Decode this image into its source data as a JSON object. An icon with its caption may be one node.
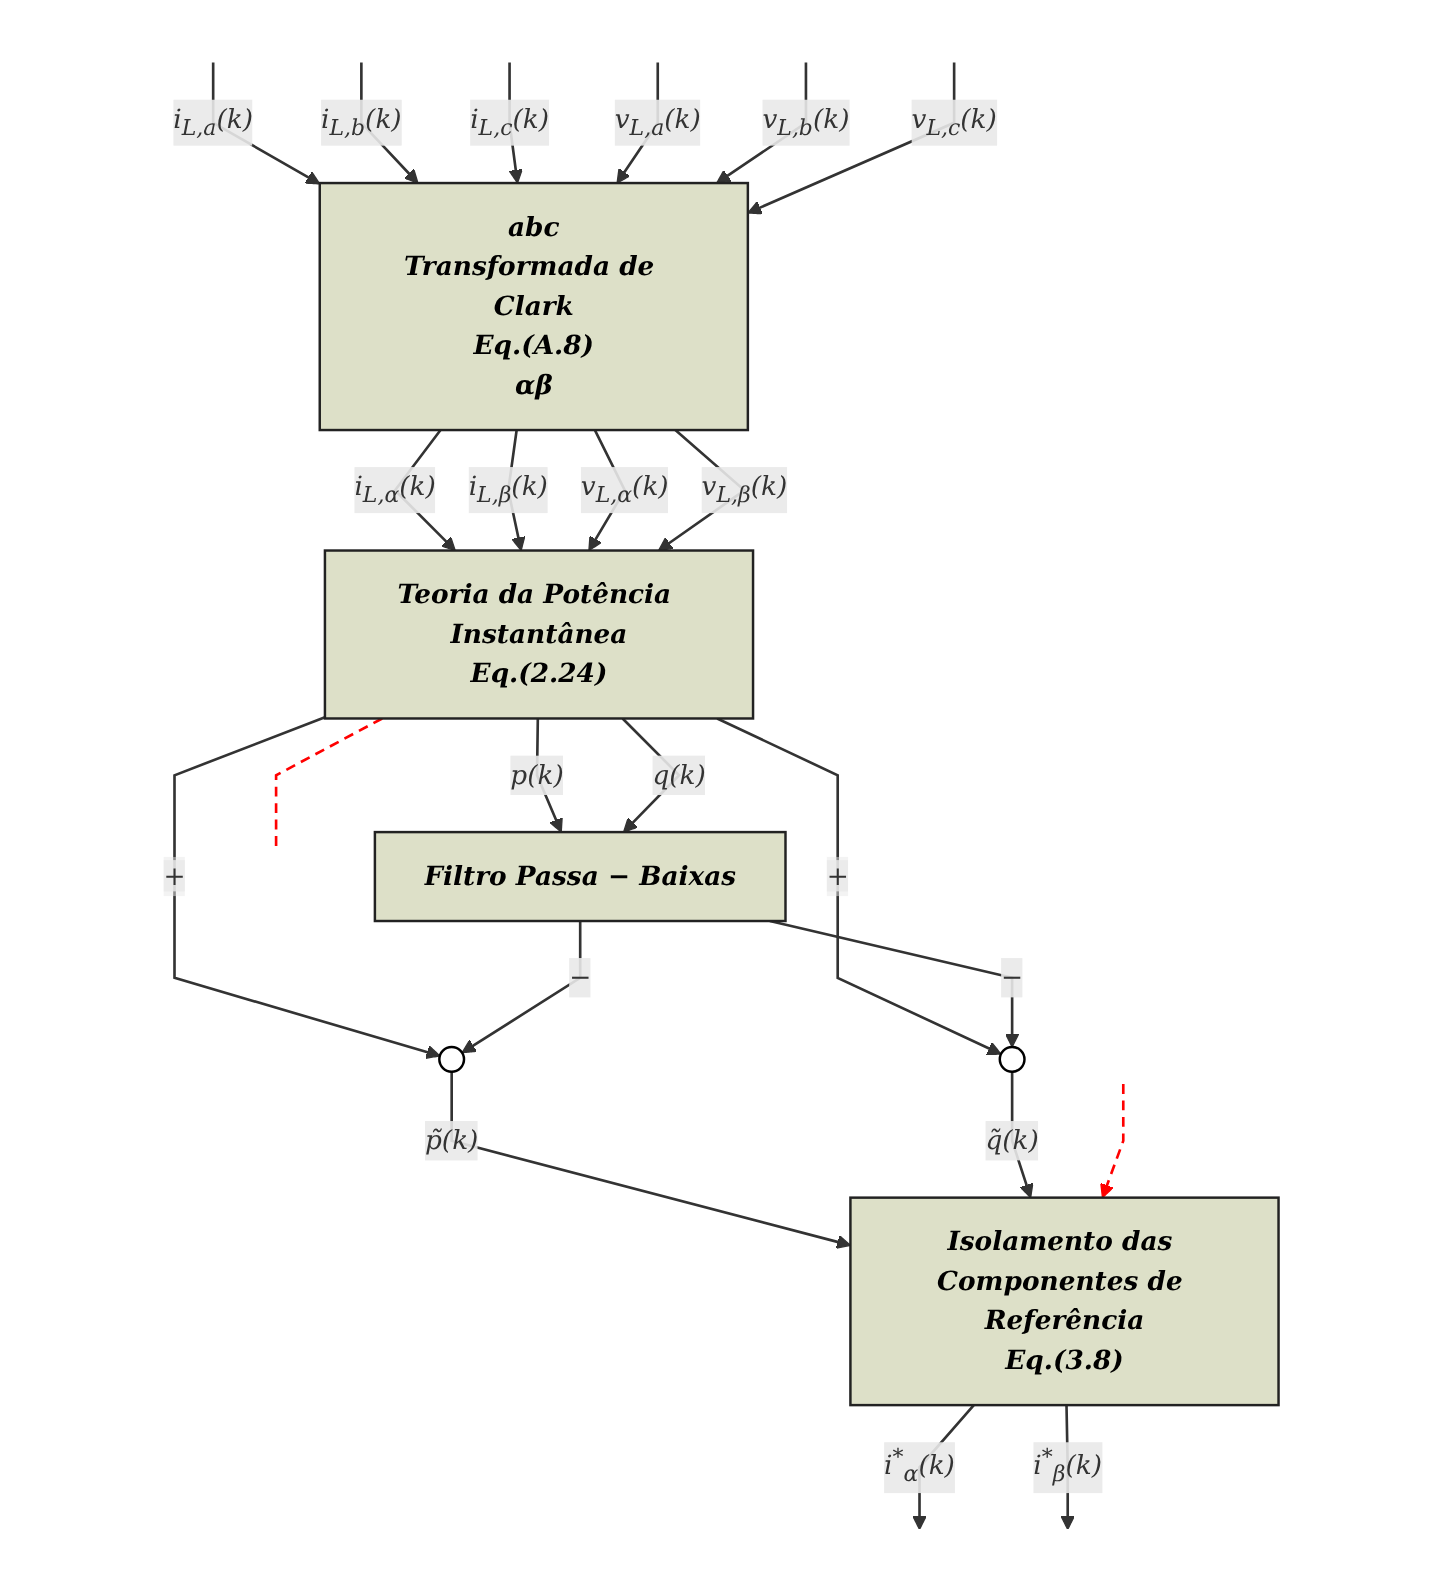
{
  "diagram": {
    "nodes": [
      {
        "text": [
          "abc",
          "Transformada de Clark",
          "Eq.(A.8)",
          "αβ"
        ]
      },
      {
        "text": [
          "Teoria da Potência Instantânea",
          "Eq.(2.24)"
        ]
      },
      {
        "text": [
          "Filtro Passa − Baixas"
        ]
      },
      {
        "text": [],
        "shape": "circle"
      },
      {
        "text": [],
        "shape": "circle"
      },
      {
        "text": [
          "Isolamento das Componentes de Referência",
          "Eq.(3.8)"
        ]
      }
    ],
    "edges": [
      {
        "from": null,
        "to": 0,
        "arrow": "to",
        "label": "i$_{L,a}$(k)"
      },
      {
        "from": null,
        "to": 0,
        "arrow": "to",
        "label": "i$_{L,b}$(k)"
      },
      {
        "from": null,
        "to": 0,
        "arrow": "to",
        "label": "i$_{L,c}$(k)"
      },
      {
        "from": null,
        "to": 0,
        "arrow": "to",
        "label": "v$_{L,a}$(k)"
      },
      {
        "from": null,
        "to": 0,
        "arrow": "to",
        "label": "v$_{L,b}$(k)"
      },
      {
        "from": null,
        "to": 0,
        "arrow": "to",
        "label": "v$_{L,c}$(k)"
      },
      {
        "from": 0,
        "to": 1,
        "arrow": "to",
        "label": "i$_{L,α}$(k)"
      },
      {
        "from": 0,
        "to": 1,
        "arrow": "to",
        "label": "i$_{L,β}$(k)"
      },
      {
        "from": 0,
        "to": 1,
        "arrow": "to",
        "label": "v$_{L,α}$(k)"
      },
      {
        "from": 0,
        "to": 1,
        "arrow": "to",
        "label": "v$_{L,β}$(k)"
      },
      {
        "from": 1,
        "to": 2,
        "arrow": "to",
        "label": "p(k)"
      },
      {
        "from": 1,
        "to": 3,
        "arrow": "to",
        "label": "+"
      },
      {
        "from": 1,
        "to": 2,
        "arrow": "to",
        "label": "q(k)"
      },
      {
        "from": 1,
        "to": 4,
        "arrow": "to",
        "label": "+"
      },
      {
        "from": 1,
        "to": null,
        "arrow": "none",
        "style": "dashed",
        "color": "#ff0000"
      },
      {
        "from": 2,
        "to": 3,
        "arrow": "to",
        "label": "−"
      },
      {
        "from": 2,
        "to": 4,
        "arrow": "to",
        "label": "−"
      },
      {
        "from": 3,
        "to": 5,
        "arrow": "to",
        "label": "p̃(k)"
      },
      {
        "from": 4,
        "to": 5,
        "arrow": "to",
        "label": "q̃(k)"
      },
      {
        "from": null,
        "to": 5,
        "arrow": "to",
        "style": "dashed",
        "color": "#ff0000"
      },
      {
        "from": 5,
        "to": null,
        "arrow": "to",
        "label": "i$^{*}$$_{α}$(k)"
      },
      {
        "from": 5,
        "to": null,
        "arrow": "to",
        "label": "i$^{*}$$_{β}$(k)"
      }
    ]
  }
}
